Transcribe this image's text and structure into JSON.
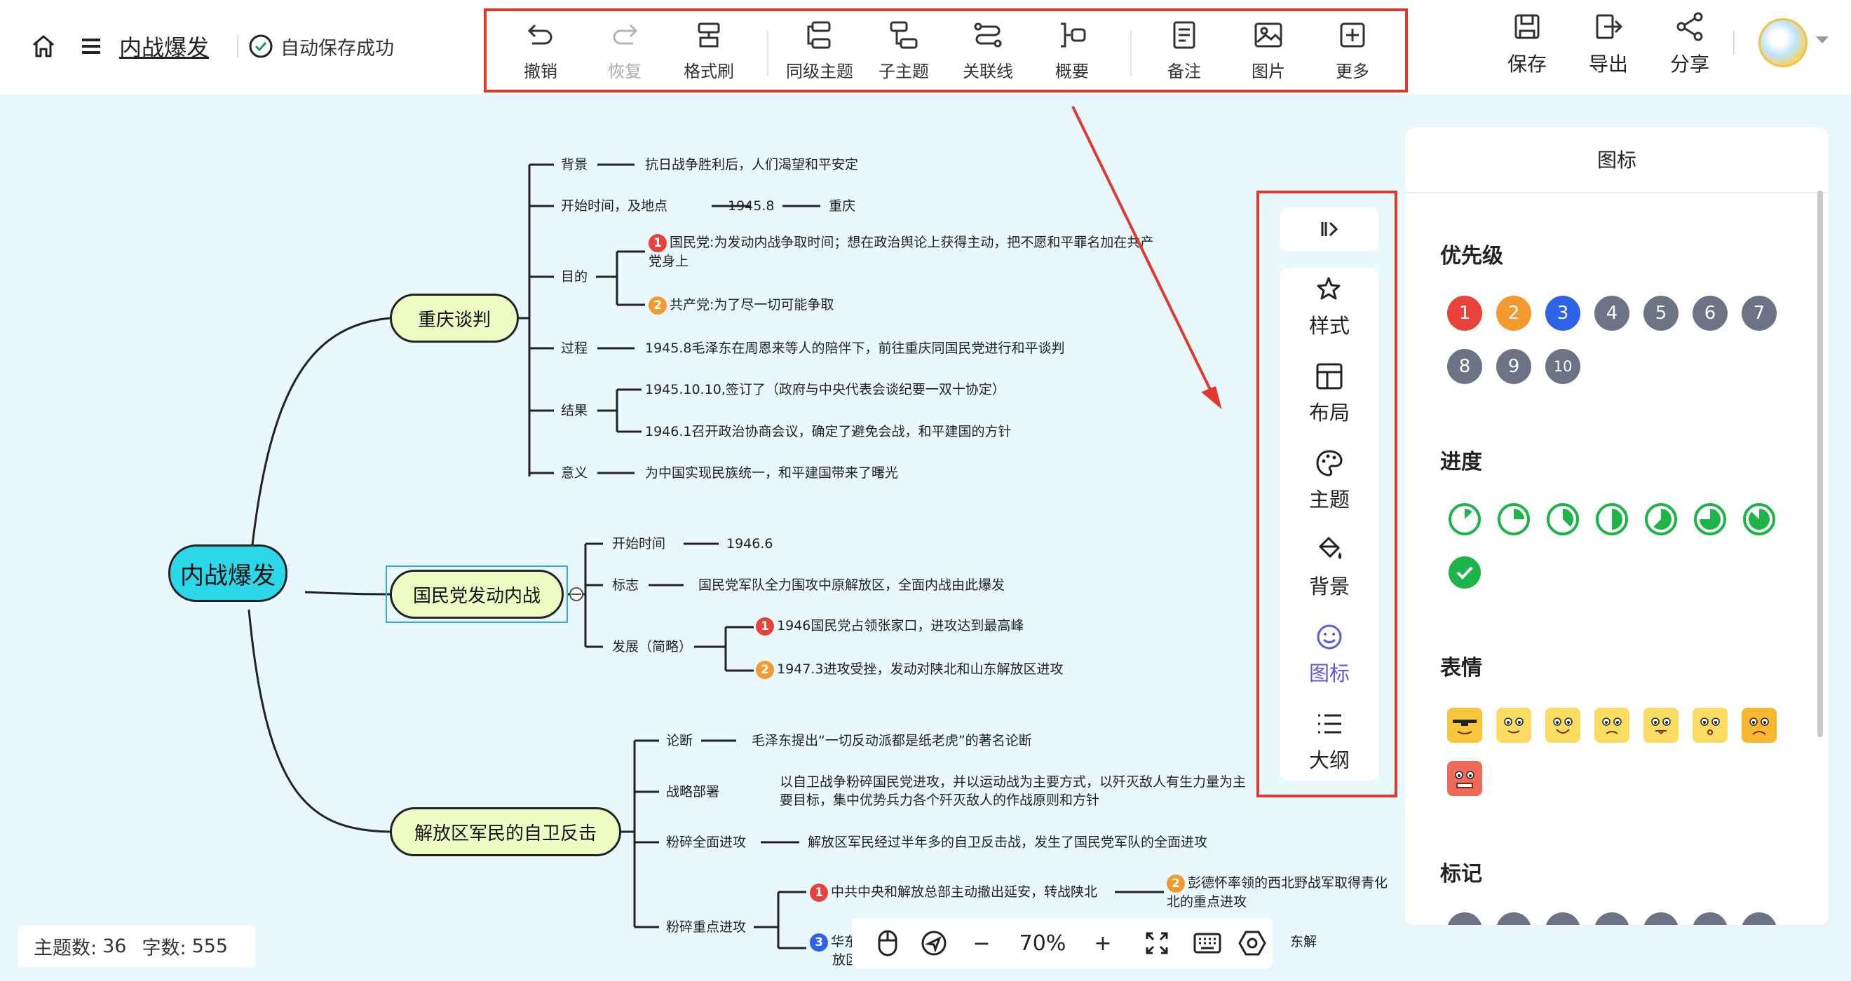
{
  "header": {
    "title": "内战爆发",
    "save_status": "自动保存成功",
    "toolbar": [
      "撤销",
      "恢复",
      "格式刷",
      "同级主题",
      "子主题",
      "关联线",
      "概要",
      "备注",
      "图片",
      "更多"
    ],
    "actions": [
      "保存",
      "导出",
      "分享"
    ]
  },
  "mindmap": {
    "root": "内战爆发",
    "branch1": {
      "title": "重庆谈判",
      "bg_label": "背景",
      "bg_value": "抗日战争胜利后，人们渴望和平安定",
      "time_label": "开始时间，及地点",
      "time_value": "1945.8",
      "place_value": "重庆",
      "purpose_label": "目的",
      "purpose_kmt": "国民党:为发动内战争取时间；想在政治舆论上获得主动，把不愿和平罪名加在共产党身上",
      "purpose_cpc": "共产党:为了尽一切可能争取",
      "process_label": "过程",
      "process_value": "1945.8毛泽东在周恩来等人的陪伴下，前往重庆同国民党进行和平谈判",
      "result_label": "结果",
      "result_1": "1945.10.10,签订了（政府与中央代表会谈纪要一双十协定）",
      "result_2": "1946.1召开政治协商会议，确定了避免会战，和平建国的方针",
      "meaning_label": "意义",
      "meaning_value": "为中国实现民族统一，和平建国带来了曙光"
    },
    "branch2": {
      "title": "国民党发动内战",
      "start_label": "开始时间",
      "start_value": "1946.6",
      "mark_label": "标志",
      "mark_value": "国民党军队全力围攻中原解放区，全面内战由此爆发",
      "dev_label": "发展（简略）",
      "dev_1": "1946国民党占领张家口，进攻达到最高峰",
      "dev_2": "1947.3进攻受挫，发动对陕北和山东解放区进攻"
    },
    "branch3": {
      "title": "解放区军民的自卫反击",
      "thesis_label": "论断",
      "thesis_value": "毛泽东提出“一切反动派都是纸老虎”的著名论断",
      "strategy_label": "战略部署",
      "strategy_value": "以自卫战争粉碎国民党进攻，并以运动战为主要方式，以歼灭敌人有生力量为主要目标，集中优势兵力各个歼灭敌人的作战原则和方针",
      "full_label": "粉碎全面进攻",
      "full_value": "解放区军民经过半年多的自卫反击战，发生了国民党军队的全面进攻",
      "key_label": "粉碎重点进攻",
      "key_1": "中共中央和解放总部主动撤出延安，转战陕北",
      "key_2": "彭德怀率领的西北野战军取得青化北的重点进攻",
      "key_3_a": "华东",
      "key_3_b": "放区",
      "key_3_tail": "东解"
    }
  },
  "numbers": [
    "1",
    "2",
    "3"
  ],
  "stats": {
    "topics_label": "主题数:",
    "topics_value": "36",
    "words_label": "字数:",
    "words_value": "555"
  },
  "zoom": {
    "minus": "−",
    "value": "70%",
    "plus": "+"
  },
  "side_tabs": [
    "样式",
    "布局",
    "主题",
    "背景",
    "图标",
    "大纲"
  ],
  "panel": {
    "title": "图标",
    "priority_title": "优先级",
    "priority": [
      "1",
      "2",
      "3",
      "4",
      "5",
      "6",
      "7",
      "8",
      "9",
      "10"
    ],
    "priority_colors": [
      "#e9423a",
      "#f29a2e",
      "#2f63e6",
      "#6b7384"
    ],
    "progress_title": "进度",
    "progress_fraction": [
      0.125,
      0.25,
      0.375,
      0.5,
      0.625,
      0.75,
      0.875,
      1
    ],
    "emotion_title": "表情",
    "emotions": [
      "sunglasses-face-icon",
      "smile-face-icon",
      "grin-face-icon",
      "frown-face-icon",
      "tongue-face-icon",
      "surprised-face-icon",
      "crying-face-icon",
      "angry-face-icon"
    ],
    "mark_title": "标记"
  },
  "colors": {
    "accent": "#5b5bd6",
    "highlight_border": "#e03a2f",
    "canvas": "#e8f8fd",
    "root": "#2bd7e8",
    "topic": "#eefcc4",
    "progress": "#1fb44a"
  }
}
